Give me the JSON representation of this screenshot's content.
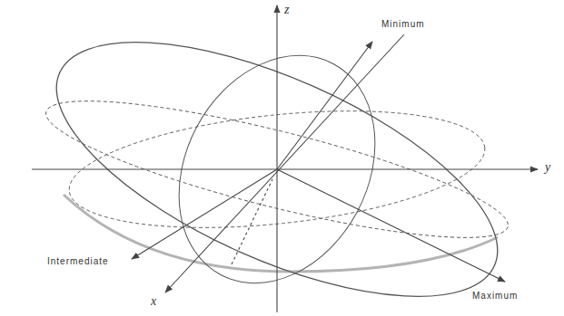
{
  "diagram": {
    "labels": [
      "z",
      "Minimum",
      "y",
      "Intermediate",
      "Maximum",
      "x"
    ]
  }
}
